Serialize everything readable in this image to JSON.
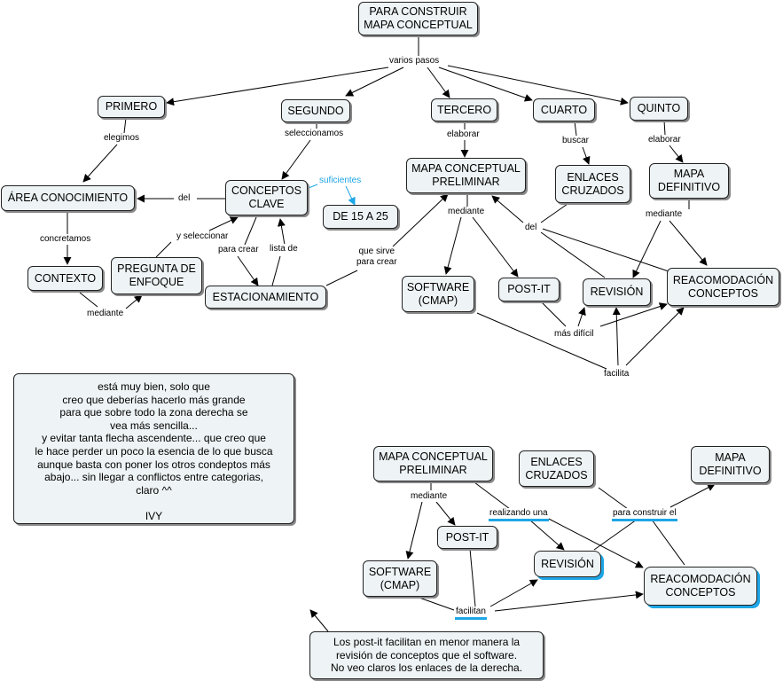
{
  "title": "PARA CONSTRUIR\nMAPA CONCEPTUAL",
  "nodes": {
    "primero": "PRIMERO",
    "segundo": "SEGUNDO",
    "tercero": "TERCERO",
    "cuarto": "CUARTO",
    "quinto": "QUINTO",
    "area": "ÁREA CONOCIMIENTO",
    "conceptos_clave": "CONCEPTOS\nCLAVE",
    "de15a25": "DE 15 A 25",
    "mapa_preliminar": "MAPA CONCEPTUAL\nPRELIMINAR",
    "enlaces": "ENLACES\nCRUZADOS",
    "mapa_definitivo": "MAPA\nDEFINITIVO",
    "contexto": "CONTEXTO",
    "pregunta": "PREGUNTA DE\nENFOQUE",
    "estacionamiento": "ESTACIONAMIENTO",
    "software": "SOFTWARE\n(CMAP)",
    "postit": "POST-IT",
    "revision": "REVISIÓN",
    "reacomodacion": "REACOMODACIÓN\nCONCEPTOS"
  },
  "nodes2": {
    "mapa_preliminar": "MAPA CONCEPTUAL\nPRELIMINAR",
    "enlaces": "ENLACES\nCRUZADOS",
    "mapa_definitivo": "MAPA\nDEFINITIVO",
    "postit": "POST-IT",
    "software": "SOFTWARE\n(CMAP)",
    "revision": "REVISIÓN",
    "reacomodacion": "REACOMODACIÓN\nCONCEPTOS"
  },
  "labels": {
    "varios_pasos": "varios pasos",
    "elegimos": "elegimos",
    "seleccionamos": "seleccionamos",
    "elaborar1": "elaborar",
    "buscar": "buscar",
    "elaborar2": "elaborar",
    "del1": "del",
    "suficientes": "suficientes",
    "concretamos": "concretamos",
    "y_seleccionar": "y seleccionar",
    "para_crear": "para crear",
    "lista_de": "lista de",
    "que_sirve": "que sirve\npara crear",
    "mediante1": "mediante",
    "del2": "del",
    "mediante2": "mediante",
    "mediante3": "mediante",
    "mas_dificil": "más difícil",
    "facilita": "facilita",
    "mediante4": "mediante",
    "realizando_una": "realizando una",
    "para_construir_el": "para construir el",
    "facilitan": "facilitan"
  },
  "notes": {
    "ivy": "está muy bien, solo que\ncreo que deberías hacerlo más grande\npara que sobre todo la zona derecha se\nvea más sencilla...\ny evitar tanta flecha ascendente... que creo que\nle hace perder un poco la esencia de lo que busca\naunque basta con poner los otros condeptos más\nabajo... sin llegar a conflictos entre categorias,\nclaro ^^\n\nIVY",
    "postit_note": "Los post-it facilitan en menor manera la\nrevisión de conceptos que el software.\nNo veo claros los enlaces de la derecha."
  },
  "colors": {
    "node_bg": "#eef3f5",
    "highlight": "#1ea6e6",
    "line": "#000000"
  }
}
